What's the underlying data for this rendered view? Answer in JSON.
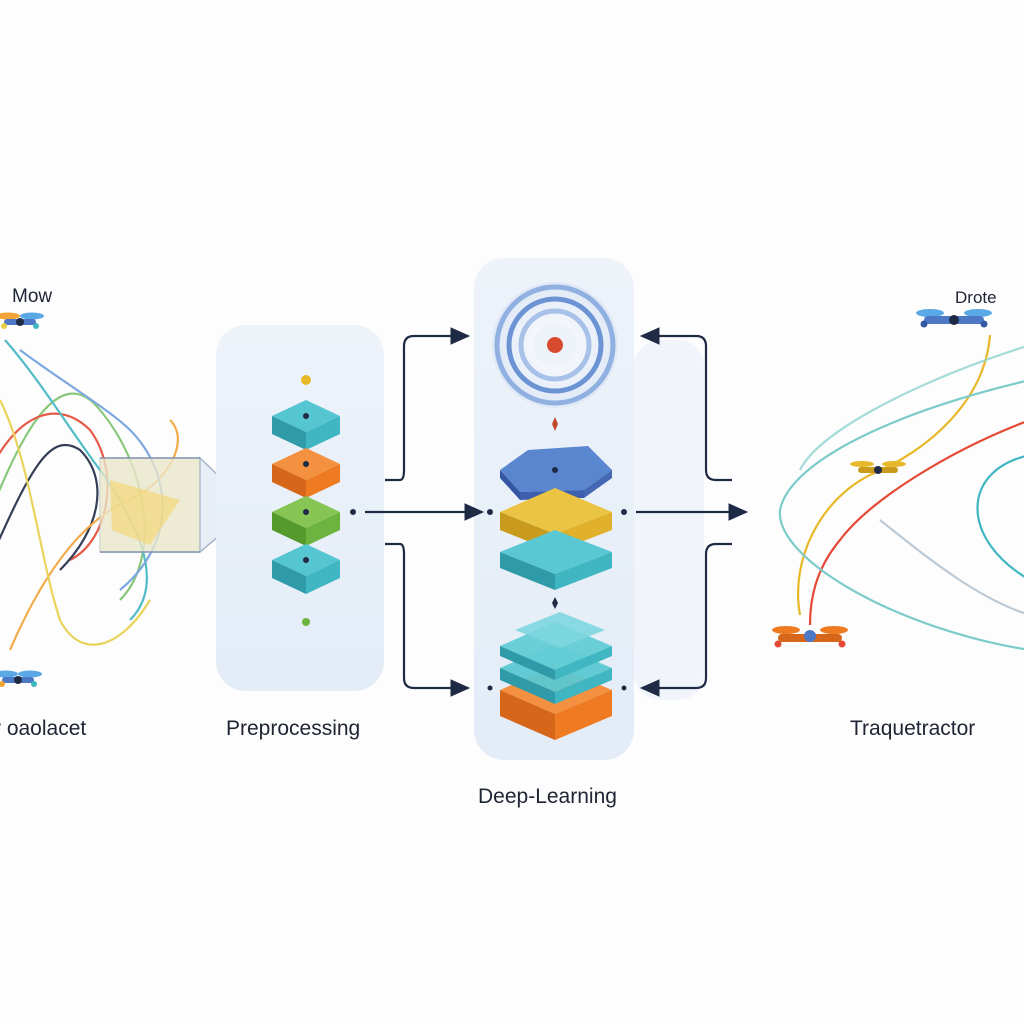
{
  "labels": {
    "source_top": "Mow",
    "source_bottom": "r oaolacet",
    "preprocessing": "Preprocessing",
    "deep_learning": "Deep-Learning",
    "trajectory": "Traquetractor",
    "drone_top": "Drote"
  },
  "icons": [
    "drone-icon",
    "glass-prism-icon",
    "cube-stack-icon",
    "target-icon",
    "layer-stack-icon",
    "arrow-icon"
  ],
  "colors": {
    "panel_fill": "#e8eff8",
    "teal": "#3fb6c2",
    "orange": "#ee7a22",
    "green": "#6db33f",
    "blue": "#4d78c6",
    "gold": "#e2b12c",
    "red": "#e44a35",
    "arrow": "#1f2a44"
  }
}
